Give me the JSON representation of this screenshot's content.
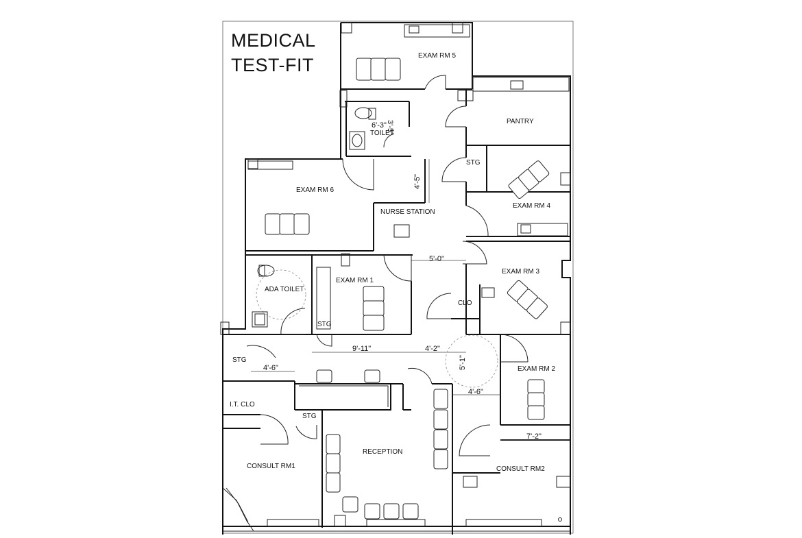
{
  "title": {
    "line1": "MEDICAL",
    "line2": "TEST-FIT"
  },
  "rooms": {
    "exam5": "EXAM RM 5",
    "pantry": "PANTRY",
    "toilet": "TOILET",
    "stg_top": "STG",
    "exam6": "EXAM RM 6",
    "exam4": "EXAM RM 4",
    "nurse": "NURSE STATION",
    "exam3": "EXAM RM 3",
    "ada_toilet": "ADA TOILET",
    "exam1": "EXAM RM 1",
    "clo_mid": "CLO",
    "stg_small": "STG",
    "stg_left": "STG",
    "exam2": "EXAM RM 2",
    "it_clo": "I.T.  CLO",
    "stg_lower": "STG",
    "reception": "RECEPTION",
    "consult1": "CONSULT RM1",
    "consult2": "CONSULT RM2"
  },
  "dimensions": {
    "toilet_w": "6'-3\"",
    "toilet_h": "3'-5\"",
    "corridor_top": "4'-5\"",
    "corridor_mid": "5'-0\"",
    "corridor_left": "9'-11\"",
    "corridor_right": "4'-2\"",
    "turn_circle": "5'-1\"",
    "stg_width": "4'-6\"",
    "exam2_width": "4'-6\"",
    "consult2_width": "7'-2\""
  }
}
